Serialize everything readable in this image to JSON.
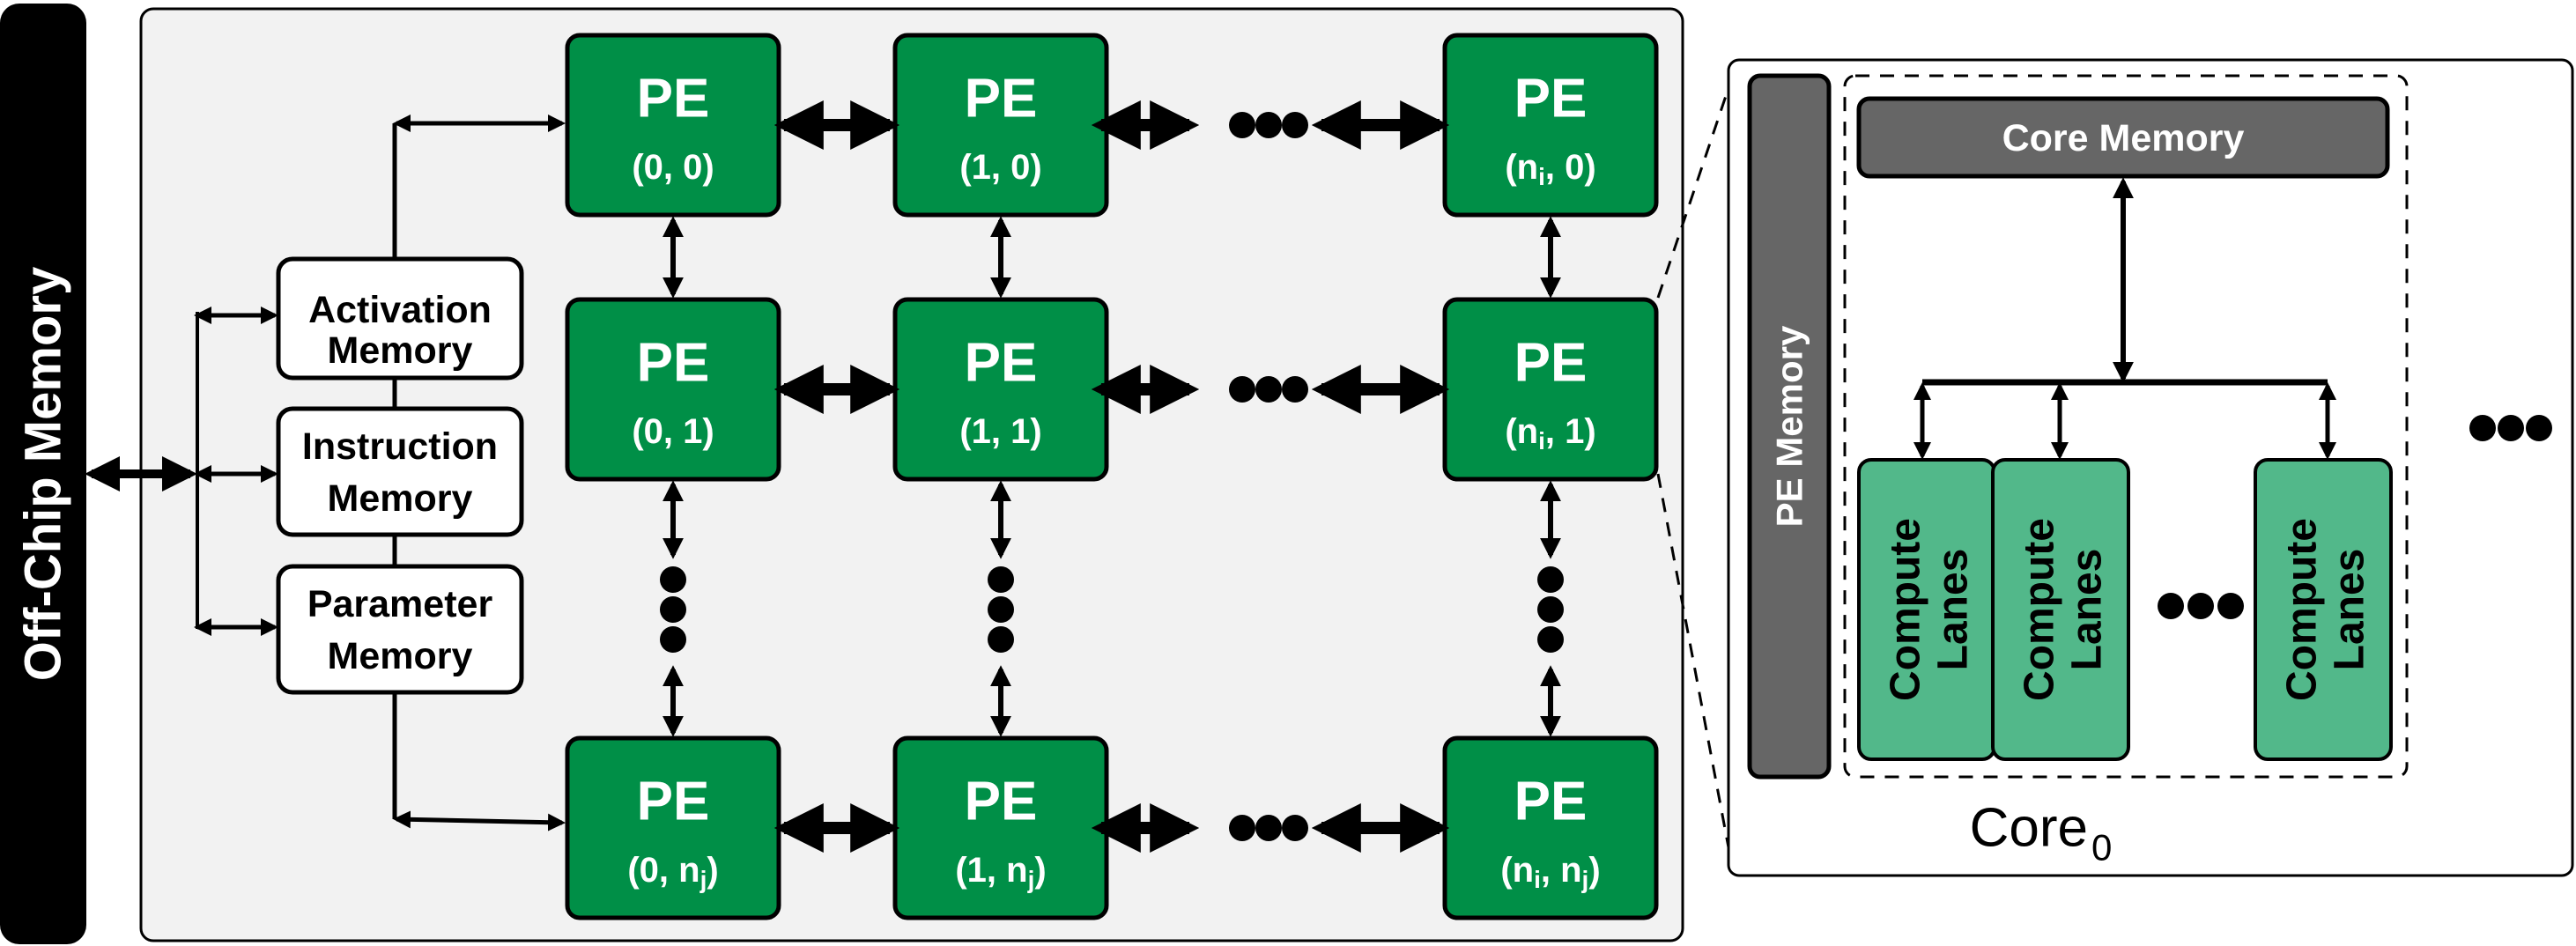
{
  "colors": {
    "pe_fill": "#008f47",
    "lane_fill": "#52b88a",
    "memory_gray": "#666666",
    "off_chip_black": "#000000"
  },
  "off_chip": {
    "label": "Off-Chip Memory"
  },
  "memories": [
    {
      "line1": "Activation",
      "line2": "Memory"
    },
    {
      "line1": "Instruction",
      "line2": "Memory"
    },
    {
      "line1": "Parameter",
      "line2": "Memory"
    }
  ],
  "pe_grid": {
    "label": "PE",
    "rows": [
      [
        {
          "pre": "(0, 0)",
          "sub_a": "",
          "mid": "",
          "sub_b": "",
          "post": ""
        },
        {
          "pre": "(1, 0)",
          "sub_a": "",
          "mid": "",
          "sub_b": "",
          "post": ""
        },
        {
          "pre": "(n",
          "sub_a": "i",
          "mid": ", 0)",
          "sub_b": "",
          "post": ""
        }
      ],
      [
        {
          "pre": "(0, 1)",
          "sub_a": "",
          "mid": "",
          "sub_b": "",
          "post": ""
        },
        {
          "pre": "(1, 1)",
          "sub_a": "",
          "mid": "",
          "sub_b": "",
          "post": ""
        },
        {
          "pre": "(n",
          "sub_a": "i",
          "mid": ", 1)",
          "sub_b": "",
          "post": ""
        }
      ],
      [
        {
          "pre": "(0, n",
          "sub_a": "j",
          "mid": ")",
          "sub_b": "",
          "post": ""
        },
        {
          "pre": "(1, n",
          "sub_a": "j",
          "mid": ")",
          "sub_b": "",
          "post": ""
        },
        {
          "pre": "(n",
          "sub_a": "i",
          "mid": ", n",
          "sub_b": "j",
          "post": ")"
        }
      ]
    ]
  },
  "core_detail": {
    "pe_memory_label": "PE Memory",
    "core_memory_label": "Core Memory",
    "lane_line1": "Compute",
    "lane_line2": "Lanes",
    "core_label": "Core",
    "core_subscript": "0"
  }
}
